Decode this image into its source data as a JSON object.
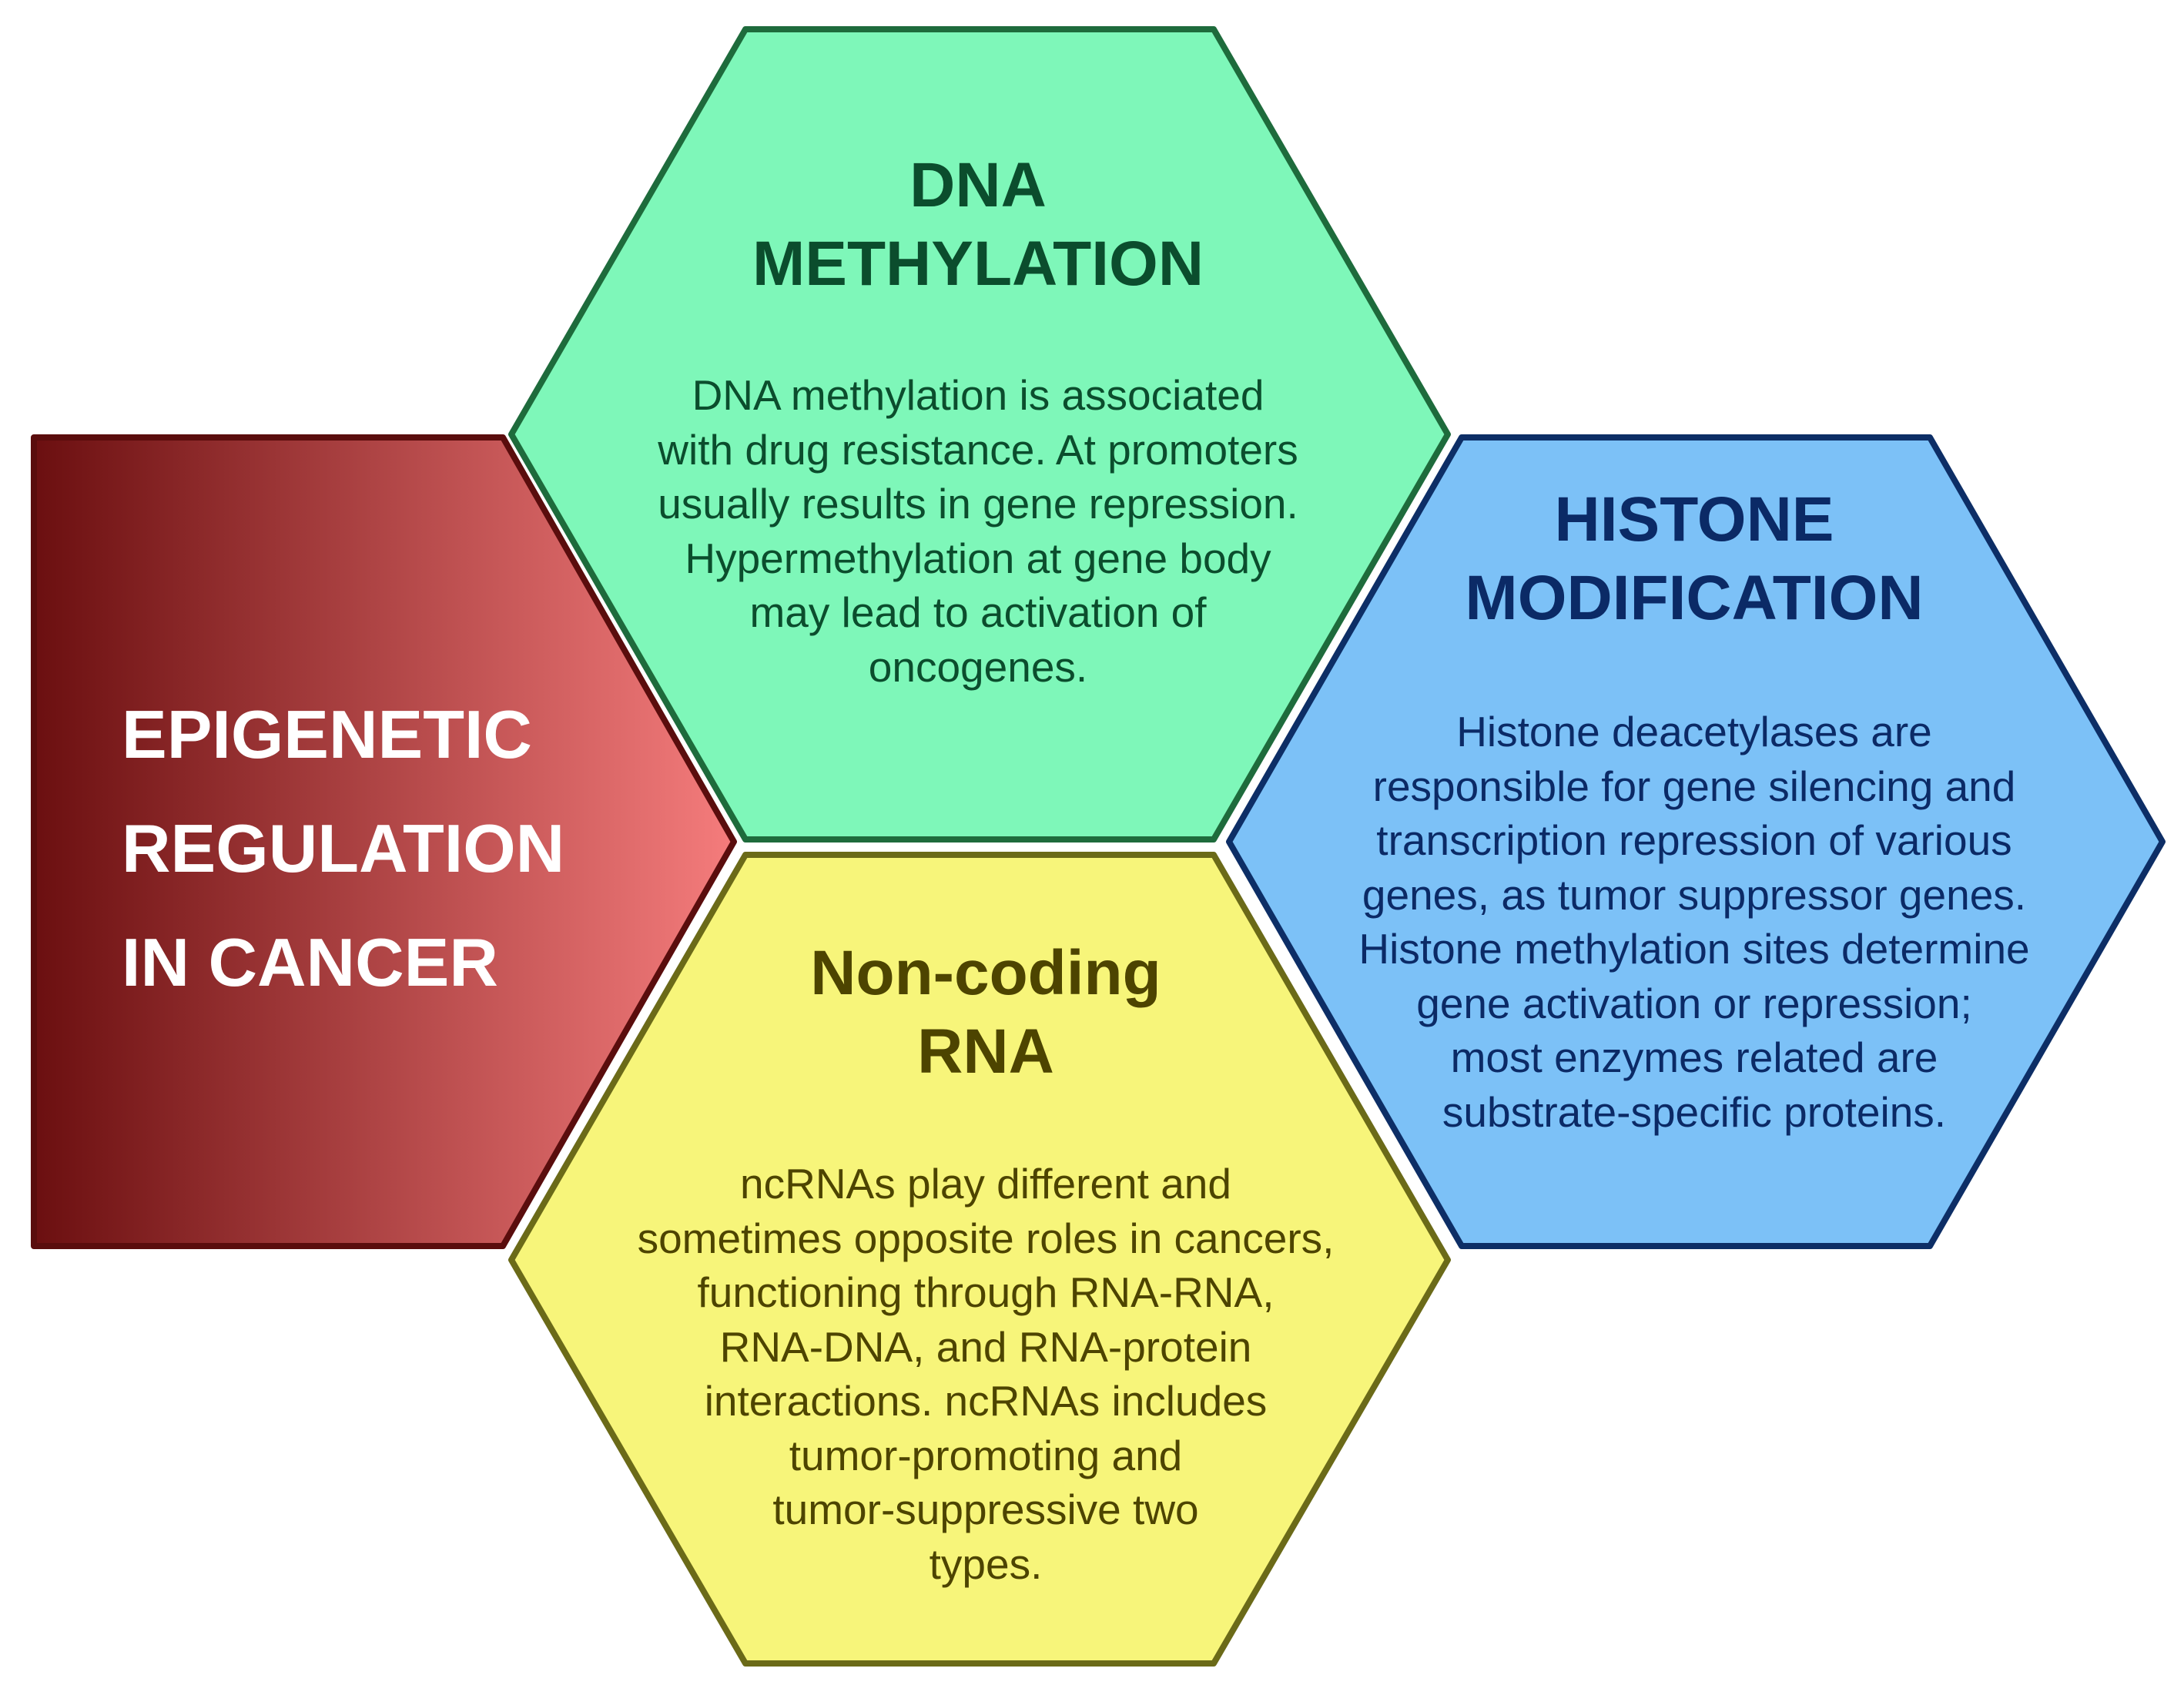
{
  "colors": {
    "epigenetic_dark": "#6b0f10",
    "epigenetic_light": "#f57c7c",
    "epigenetic_border": "#5a0d0d",
    "dna_fill": "#7ef7b9",
    "dna_border": "#1e6b3c",
    "histone_fill": "#7cc1f7",
    "histone_border": "#0d2e66",
    "ncrna_fill": "#f7f57a",
    "ncrna_border": "#6b6a18"
  },
  "epigenetic": {
    "lines": [
      "EPIGENETIC",
      "REGULATION",
      "IN CANCER"
    ]
  },
  "dna_methylation": {
    "title_lines": [
      "DNA",
      "METHYLATION"
    ],
    "body_lines": [
      "DNA methylation is associated",
      "with drug resistance. At promoters",
      "usually results in gene repression.",
      "Hypermethylation at gene body",
      "may lead to activation of",
      "oncogenes."
    ]
  },
  "histone_modification": {
    "title_lines": [
      "HISTONE",
      "MODIFICATION"
    ],
    "body_lines": [
      "Histone deacetylases are",
      "responsible for gene silencing and",
      "transcription repression of various",
      "genes, as tumor suppressor genes.",
      "Histone methylation sites determine",
      "gene activation or repression;",
      "most enzymes related are",
      "substrate-specific proteins."
    ]
  },
  "non_coding_rna": {
    "title_lines": [
      "Non-coding",
      "RNA"
    ],
    "body_lines": [
      "ncRNAs play different and",
      "sometimes opposite roles in cancers,",
      "functioning through RNA-RNA,",
      "RNA-DNA, and RNA-protein",
      "interactions. ncRNAs includes",
      "tumor-promoting and",
      "tumor-suppressive two",
      "types."
    ]
  }
}
